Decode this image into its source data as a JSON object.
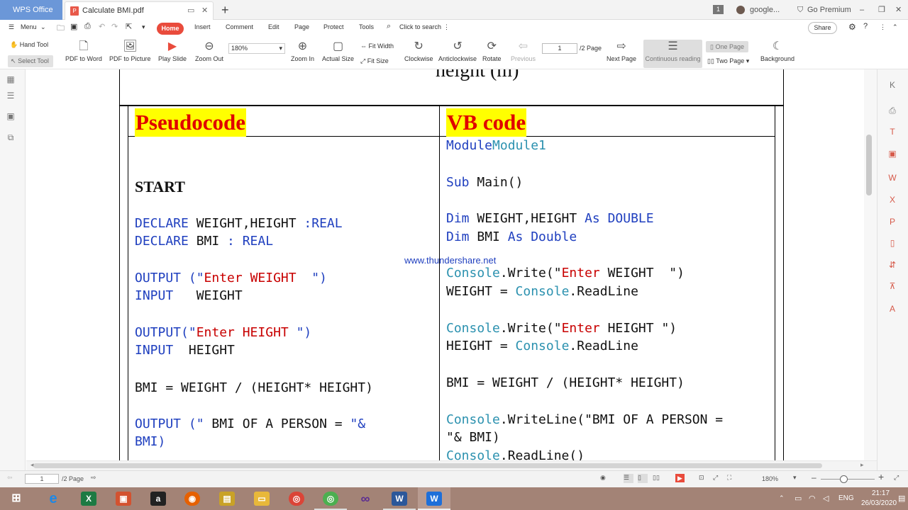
{
  "titlebar": {
    "app": "WPS Office",
    "doc_tab": "Calculate BMI.pdf",
    "badge": "1",
    "account": "google...",
    "premium": "Go Premium"
  },
  "menu": {
    "menu_label": "Menu",
    "tabs": [
      "Home",
      "Insert",
      "Comment",
      "Edit",
      "Page",
      "Protect",
      "Tools"
    ],
    "search_placeholder": "Click to search",
    "share": "Share"
  },
  "toolbar": {
    "hand_tool": "Hand Tool",
    "select_tool": "Select Tool",
    "pdf_to_word": "PDF to Word",
    "pdf_to_picture": "PDF to Picture",
    "play_slide": "Play Slide",
    "zoom_out": "Zoom Out",
    "zoom_value": "180%",
    "zoom_in": "Zoom In",
    "actual_size": "Actual Size",
    "fit_width": "Fit Width",
    "fit_size": "Fit Size",
    "clockwise": "Clockwise",
    "anticlockwise": "Anticlockwise",
    "rotate": "Rotate",
    "previous": "Previous",
    "page_input": "1",
    "page_total": "/2 Page",
    "next_page": "Next Page",
    "continuous_reading": "Continuous reading",
    "one_page": "One Page",
    "two_page": "Two Page",
    "background": "Background"
  },
  "document": {
    "partial_heading": "height  (m)",
    "left_header": "Pseudocode",
    "right_header": "VB  code",
    "start": "START",
    "watermark": "www.thundershare.net",
    "pseudo": {
      "l1_kw": "DECLARE",
      "l1_rest": " WEIGHT,HEIGHT ",
      "l1_type": ":REAL",
      "l2_kw": "DECLARE",
      "l2_rest": " BMI ",
      "l2_type": ": REAL",
      "l3_kw": "OUTPUT (\"",
      "l3_str": "Enter WEIGHT  ",
      "l3_end": "\")",
      "l4_kw": "INPUT",
      "l4_rest": "   WEIGHT",
      "l5_kw": "OUTPUT(\"",
      "l5_str": "Enter HEIGHT ",
      "l5_end": "\")",
      "l6_kw": "INPUT",
      "l6_rest": "  HEIGHT",
      "l7": "BMI = WEIGHT / (HEIGHT* HEIGHT)",
      "l8_kw": "OUTPUT (\"",
      "l8_rest": " BMI OF A PERSON = ",
      "l8_end": "\"&",
      "l9_rest": "BMI",
      "l9_end": ")"
    },
    "vb": {
      "l1_kw": "Module",
      "l1_name": "Module1",
      "l2_kw": "Sub",
      "l2_rest": " Main()",
      "l3_kw": "Dim",
      "l3_rest": " WEIGHT,HEIGHT ",
      "l3_type": "As DOUBLE",
      "l4_kw": "Dim",
      "l4_rest": " BMI ",
      "l4_type": "As Double",
      "l5_cls": "Console",
      "l5_a": ".Write(\"",
      "l5_str": "Enter",
      "l5_b": " WEIGHT  \")",
      "l6_a": "WEIGHT = ",
      "l6_cls": "Console",
      "l6_b": ".ReadLine",
      "l7_cls": "Console",
      "l7_a": ".Write(\"",
      "l7_str": "Enter",
      "l7_b": " HEIGHT \")",
      "l8_a": "HEIGHT = ",
      "l8_cls": "Console",
      "l8_b": ".ReadLine",
      "l9": "BMI = WEIGHT / (HEIGHT* HEIGHT)",
      "l10_cls": "Console",
      "l10_a": ".WriteLine(\"BMI OF A PERSON =",
      "l11": "\"& BMI)",
      "l12_cls": "Console",
      "l12_a": ".ReadLine()"
    }
  },
  "statusbar": {
    "page_input": "1",
    "page_total": "/2 Page",
    "zoom": "180%"
  },
  "taskbar": {
    "lang": "ENG",
    "time": "21:17",
    "date": "26/03/2020"
  }
}
